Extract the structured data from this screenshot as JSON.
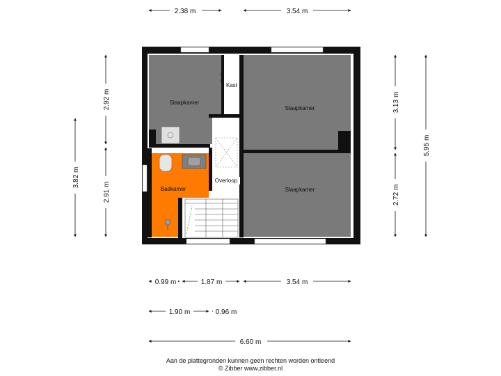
{
  "dimensions": {
    "top_left": "2.38 m",
    "top_right": "3.54 m",
    "left_outer": "3.82 m",
    "left_upper": "2.92 m",
    "left_lower": "2.91 m",
    "right_upper": "3.13 m",
    "right_lower": "2.72 m",
    "right_outer": "5.95 m",
    "bottom1_a": "0.99 m",
    "bottom1_b": "1.87 m",
    "bottom1_c": "3.54 m",
    "bottom2_a": "1.90 m",
    "bottom2_b": "0.96 m",
    "bottom_total": "6.60 m"
  },
  "rooms": {
    "bedroom_top_left": "Slaapkamer",
    "closet": "Kast",
    "bedroom_top_right": "Slaapkamer",
    "bathroom": "Badkamer",
    "landing": "Overloop",
    "bedroom_bottom_right": "Slaapkamer"
  },
  "footer": {
    "line1": "Aan de plattegronden kunnen geen rechten worden ontleend",
    "line2": "© Zibber www.zibber.nl"
  },
  "colors": {
    "room_fill": "#7a7a7a",
    "bathroom_fill": "#ff7b00",
    "wall": "#111111"
  }
}
